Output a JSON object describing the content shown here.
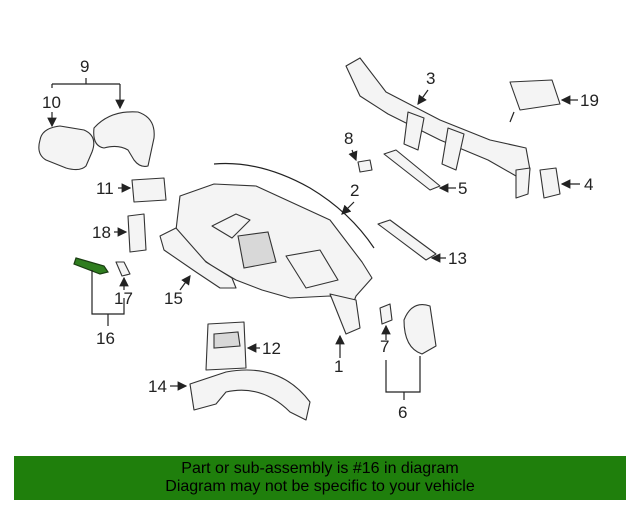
{
  "callouts": {
    "c1": "1",
    "c2": "2",
    "c3": "3",
    "c4": "4",
    "c5": "5",
    "c6": "6",
    "c7": "7",
    "c8": "8",
    "c9": "9",
    "c10": "10",
    "c11": "11",
    "c12": "12",
    "c13": "13",
    "c14": "14",
    "c15": "15",
    "c16": "16",
    "c17": "17",
    "c18": "18",
    "c19": "19"
  },
  "highlight_color": "#2f7d1f",
  "banner": {
    "color": "#1f7f0c",
    "line1": "Part or sub-assembly is #16 in diagram",
    "line2": "Diagram may not be specific to your vehicle"
  }
}
